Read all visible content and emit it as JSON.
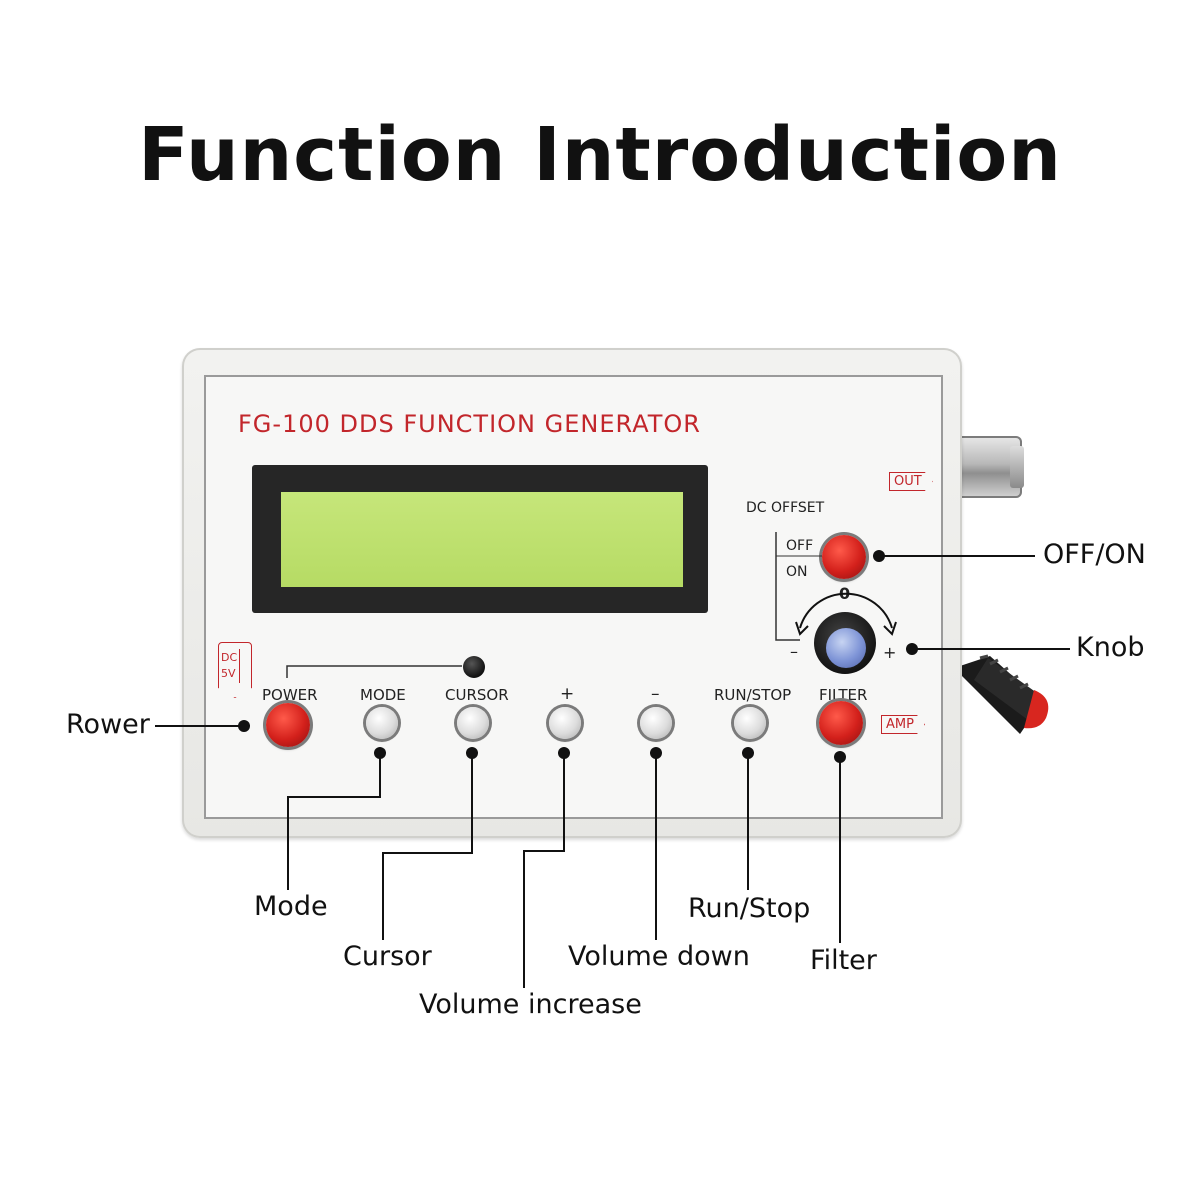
{
  "title": "Function Introduction",
  "device": {
    "model": "FG-100 DDS FUNCTION GENERATOR",
    "tags": {
      "out": "OUT",
      "amp": "AMP",
      "dc_line1": "DC",
      "dc_line2": "5V"
    },
    "dc_offset": {
      "heading": "DC OFFSET",
      "off": "OFF",
      "on": "ON",
      "zero": "0",
      "minus": "–",
      "plus": "+"
    },
    "buttons": {
      "power": "POWER",
      "mode": "MODE",
      "cursor": "CURSOR",
      "plus": "+",
      "minus": "–",
      "run_stop": "RUN/STOP",
      "filter": "FILTER"
    }
  },
  "callouts": {
    "off_on": "OFF/ON",
    "knob": "Knob",
    "power": "Rower",
    "mode": "Mode",
    "cursor": "Cursor",
    "volume_increase": "Volume increase",
    "volume_down": "Volume down",
    "run_stop": "Run/Stop",
    "filter": "Filter"
  },
  "colors": {
    "accent_red": "#c2262b",
    "lcd_green": "#c0e270",
    "knob_blue": "#7d93d6"
  }
}
